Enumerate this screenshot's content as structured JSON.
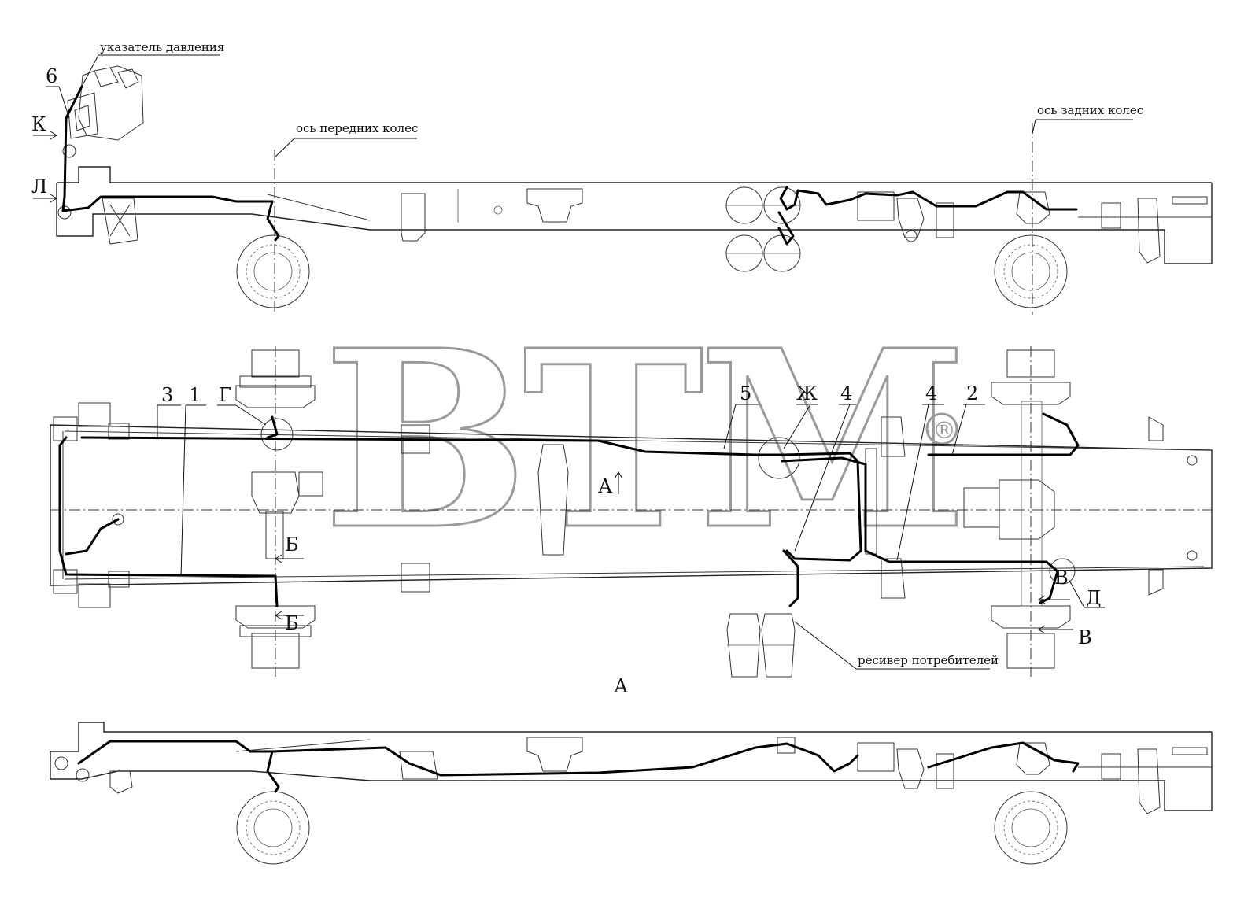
{
  "labels": {
    "pressure_gauge": "указатель давления",
    "front_axle": "ось передних колес",
    "rear_axle": "ось задних колес",
    "consumer_receiver": "ресивер потребителей",
    "view_a": "А",
    "view_a_arrow": "А",
    "k": "К",
    "l": "Л",
    "b1": "Б",
    "b2": "Б",
    "v1": "В",
    "v2": "В",
    "g": "Г",
    "d": "Д",
    "zh": "Ж",
    "n1": "1",
    "n2": "2",
    "n3": "3",
    "n4a": "4",
    "n4b": "4",
    "n5": "5",
    "n6": "6"
  },
  "watermark": {
    "text": "BTM",
    "mark": "®",
    "color": "#9a9a9a"
  }
}
